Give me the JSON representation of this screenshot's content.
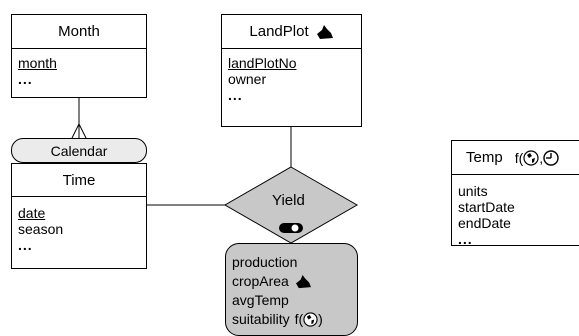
{
  "month": {
    "title": "Month",
    "attributes": [
      "month",
      "..."
    ]
  },
  "landplot": {
    "title": "LandPlot",
    "attributes": [
      "landPlotNo",
      "owner",
      "..."
    ],
    "icon": "spatial-polygon-icon"
  },
  "temp": {
    "title": "Temp",
    "func_label": "f(",
    "attributes": [
      "units",
      "startDate",
      "endDate",
      "..."
    ],
    "icons": [
      "globe-icon",
      "clock-icon"
    ]
  },
  "calendar": {
    "label": "Calendar"
  },
  "time": {
    "title": "Time",
    "attributes": [
      "date",
      "season",
      "..."
    ]
  },
  "yield": {
    "label": "Yield",
    "icon": "toggle-icon",
    "attributes": [
      "production",
      "cropArea",
      "avgTemp",
      "suitability"
    ],
    "suitability_func": "f(",
    "suitability_close": ")"
  },
  "colors": {
    "line": "#000000",
    "diamond": "#c8c8c8",
    "pill": "#ebebeb"
  }
}
